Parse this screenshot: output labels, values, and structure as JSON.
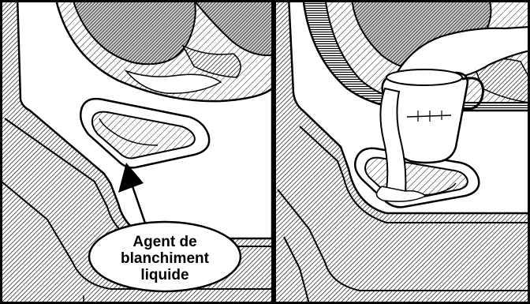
{
  "callout": {
    "lines": [
      "Agent de",
      "blanchiment",
      "liquide"
    ]
  }
}
